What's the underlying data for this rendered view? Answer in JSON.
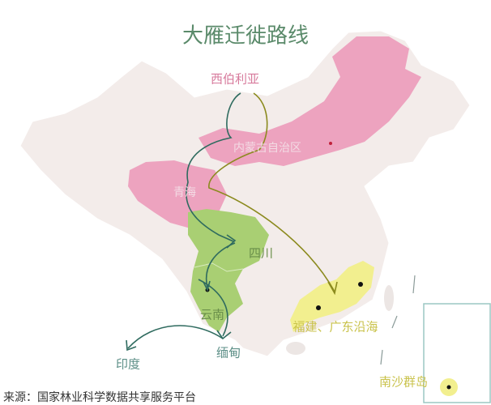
{
  "title": "大雁迁徙路线",
  "labels": {
    "siberia": "西伯利亚",
    "inner_mongolia": "内蒙古自治区",
    "qinghai": "青海",
    "sichuan": "四川",
    "yunnan": "云南",
    "coast": "福建、广东沿海",
    "india": "印度",
    "myanmar": "缅甸",
    "nansha": "南沙群岛"
  },
  "source": "来源：国家林业科学数据共享服务平台",
  "colors": {
    "base_land": "#f3ecea",
    "pink_region": "#eda3bf",
    "green_region": "#a9cf73",
    "yellow_region": "#f2ef8f",
    "west_route": "#2f6b5f",
    "east_route": "#8b8a1e",
    "inset_border": "#9cc7c3"
  }
}
